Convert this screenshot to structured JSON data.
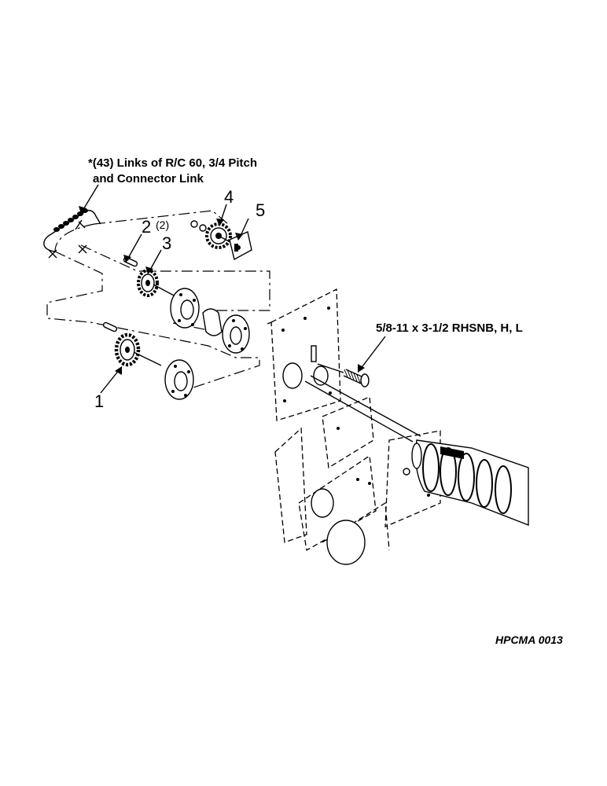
{
  "callouts": {
    "chain_note_line1": "*(43) Links of R/C 60, 3/4 Pitch",
    "chain_note_line2": "and Connector Link",
    "bolt_note": "5/8-11 x 3-1/2 RHSNB, H, L",
    "item_1": "1",
    "item_2": "2",
    "item_2_qty": "(2)",
    "item_3": "3",
    "item_4": "4",
    "item_5": "5"
  },
  "figure_code": "HPCMA 0013"
}
